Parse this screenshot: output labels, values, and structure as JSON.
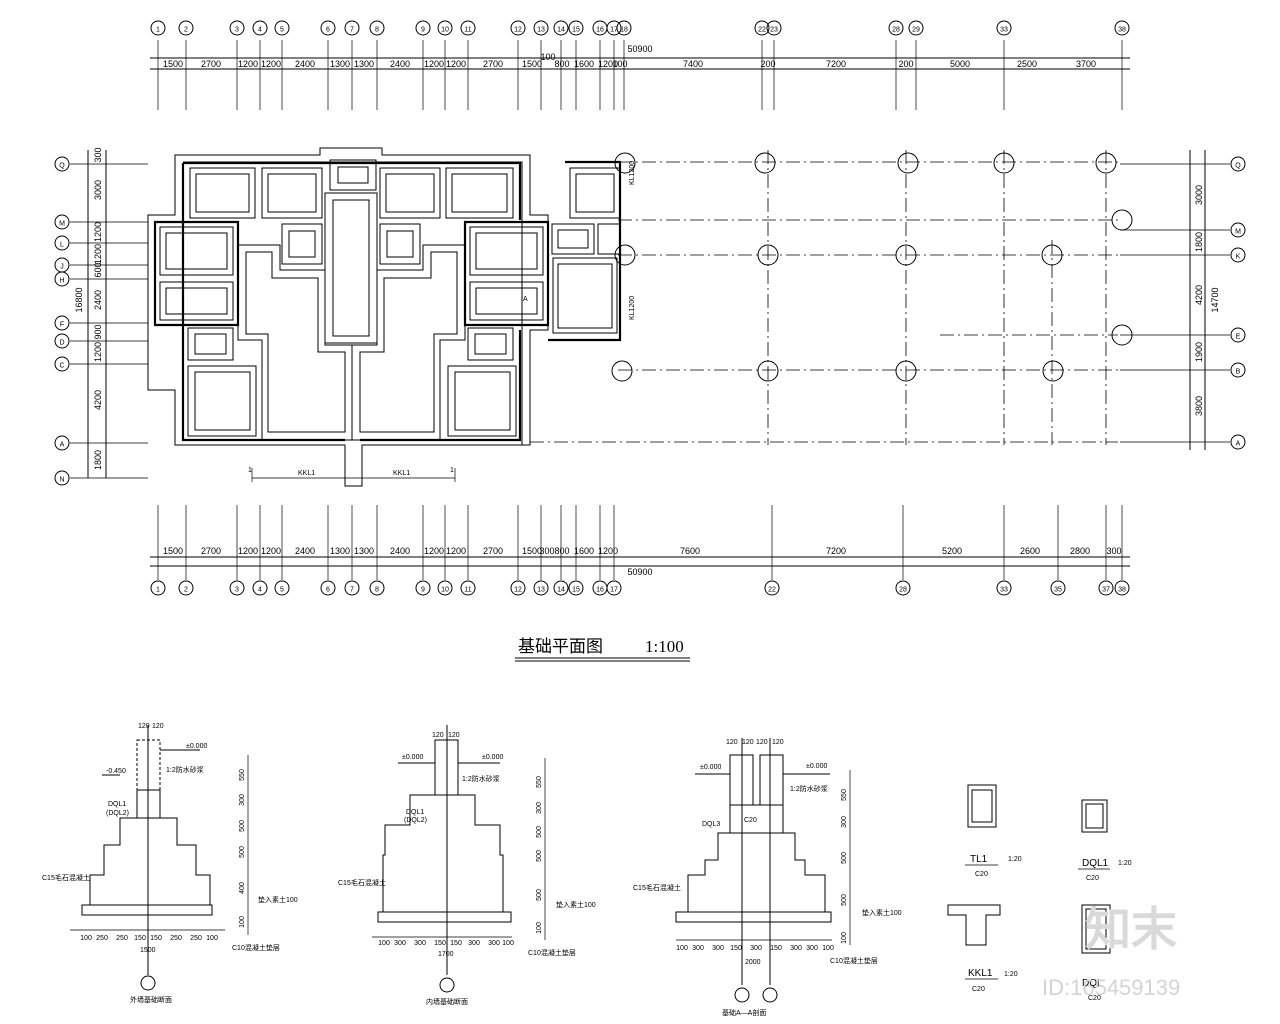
{
  "plan": {
    "top_axes": [
      "1",
      "2",
      "3",
      "4",
      "5",
      "6",
      "7",
      "8",
      "9",
      "10",
      "11",
      "12",
      "13",
      "14",
      "15",
      "16",
      "17",
      "18",
      "22",
      "23",
      "28",
      "29",
      "33",
      "38"
    ],
    "top_dims": [
      "1500",
      "2700",
      "1200",
      "1200",
      "2400",
      "1300",
      "1300",
      "2400",
      "1200",
      "1200",
      "2700",
      "1500",
      "800",
      "1600",
      "1200",
      "100",
      "7400",
      "200",
      "7200",
      "200",
      "5000",
      "2500",
      "3700"
    ],
    "top_total": "50900",
    "top_small": "100",
    "bottom_axes": [
      "1",
      "2",
      "3",
      "4",
      "5",
      "6",
      "7",
      "8",
      "9",
      "10",
      "11",
      "12",
      "13",
      "14",
      "15",
      "16",
      "17",
      "22",
      "28",
      "33",
      "35",
      "37",
      "38"
    ],
    "bottom_dims": [
      "1500",
      "2700",
      "1200",
      "1200",
      "2400",
      "1300",
      "1300",
      "2400",
      "1200",
      "1200",
      "2700",
      "1500",
      "300",
      "800",
      "1600",
      "1200",
      "7600",
      "7200",
      "5200",
      "2600",
      "2800",
      "300"
    ],
    "bottom_total": "50900",
    "left_axes": [
      "Q",
      "M",
      "L",
      "J",
      "H",
      "F",
      "D",
      "C",
      "A",
      "N"
    ],
    "left_dims": [
      "300",
      "3000",
      "1200",
      "1200",
      "600",
      "2400",
      "900",
      "1200",
      "4200",
      "1800"
    ],
    "left_total": "16800",
    "right_axes": [
      "Q",
      "M",
      "K",
      "E",
      "B",
      "A"
    ],
    "right_dims": [
      "3000",
      "1800",
      "4200",
      "1900",
      "3800"
    ],
    "right_total": "14700",
    "beam_labels": [
      "KKL1",
      "KKL1"
    ],
    "section_marks": [
      "1",
      "1"
    ],
    "room_label": "A",
    "vert_notes": [
      "KL1200",
      "KL1200"
    ]
  },
  "title": {
    "name": "基础平面图",
    "scale": "1:100"
  },
  "sections": [
    {
      "caption": "外墙基础断面",
      "top_dims": [
        "120",
        "120"
      ],
      "elev_zero": "±0.000",
      "elev_neg": "-0.450",
      "waterproof": "1:2防水砂浆",
      "beam": "DQL1",
      "beam_alt": "(DQL2)",
      "concrete": "C15毛石混凝土",
      "base_elev": "垫入素土100",
      "bedding": "C10混凝土垫层",
      "right_dims": [
        "550",
        "300",
        "500",
        "500",
        "400",
        "100"
      ],
      "bottom_dims": [
        "100",
        "250",
        "250",
        "150",
        "150",
        "250",
        "250",
        "100"
      ],
      "width": "1500"
    },
    {
      "caption": "内墙基础断面",
      "top_dims": [
        "120",
        "120"
      ],
      "elev_zero": "±0.000",
      "elev_zero2": "±0.000",
      "waterproof": "1:2防水砂浆",
      "beam": "DQL1",
      "beam_alt": "(DQL2)",
      "concrete": "C15毛石混凝土",
      "base_elev": "垫入素土100",
      "bedding": "C10混凝土垫层",
      "right_dims": [
        "550",
        "300",
        "500",
        "500",
        "500",
        "100"
      ],
      "bottom_dims": [
        "100",
        "300",
        "300",
        "150",
        "150",
        "300",
        "300",
        "100"
      ],
      "width": "1700"
    },
    {
      "caption": "基础A—A剖面",
      "top_dims": [
        "120",
        "120",
        "120",
        "120"
      ],
      "elev_zero": "±0.000",
      "elev_zero2": "±0.000",
      "waterproof": "1:2防水砂浆",
      "beam": "DQL3",
      "beam_conc": "C20",
      "concrete": "C15毛石混凝土",
      "base_elev": "垫入素土100",
      "bedding": "C10混凝土垫层",
      "right_dims": [
        "550",
        "300",
        "500",
        "500",
        "100"
      ],
      "bottom_dims": [
        "100",
        "300",
        "300",
        "150",
        "300",
        "150",
        "300",
        "300",
        "100"
      ],
      "width": "2000"
    }
  ],
  "details": [
    {
      "name": "TL1",
      "scale": "1:20",
      "conc": "C20"
    },
    {
      "name": "DQL1",
      "scale": "1:20",
      "conc": "C20"
    },
    {
      "name": "KKL1",
      "scale": "1:20",
      "conc": "C20"
    },
    {
      "name": "DQL",
      "scale": "",
      "conc": "C20"
    }
  ],
  "watermark": {
    "logo": "知末",
    "id": "ID:165459139"
  }
}
